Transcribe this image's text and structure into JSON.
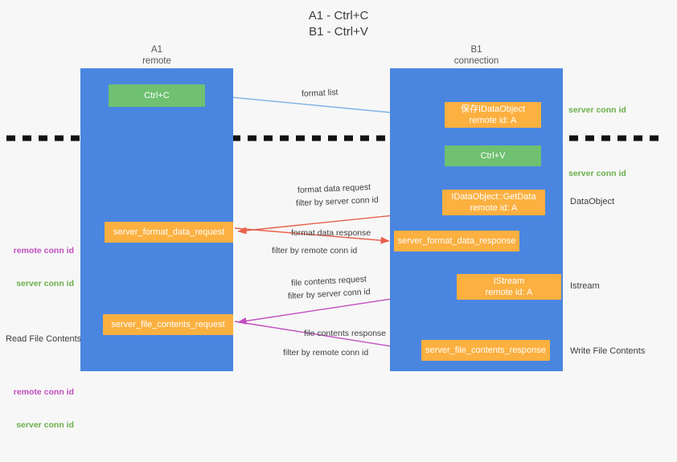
{
  "title": "A1 - Ctrl+C\nB1 - Ctrl+V",
  "colors": {
    "lane_blue": "#4a86e0",
    "box_green": "#6fc071",
    "box_orange": "#fbb040",
    "server_conn_green": "#6ab04c",
    "remote_conn_magenta": "#c14ec1",
    "arrow_light_blue": "#7fb3e8",
    "arrow_red": "#e8604c",
    "arrow_magenta": "#c14ec1",
    "arrow_black": "#000000",
    "background": "#f7f7f7"
  },
  "lanes": {
    "a": {
      "name": "A1",
      "sub": "remote",
      "header": "A1\nremote"
    },
    "b": {
      "name": "B1",
      "sub": "connection",
      "header": "B1\nconnection"
    }
  },
  "boxes": {
    "ctrl_c": "Ctrl+C",
    "save_idataobject": "保存IDataObject\nremote id: A",
    "ctrl_v": "Ctrl+V",
    "getdata": "IDataObject::GetData\nremote id: A",
    "format_data_request": "server_format_data_request",
    "format_data_response": "server_format_data_response",
    "istream": "IStream\nremote id: A",
    "file_contents_request": "server_file_contents_request",
    "file_contents_response": "server_file_contents_response"
  },
  "captions": {
    "format_list": "format list",
    "format_data_request": "format data request",
    "filter_by": "filter by ",
    "server_conn_id": "server conn id",
    "remote_conn_id": "remote conn id",
    "format_data_response": "format data response",
    "file_contents_request": "file contents request",
    "file_contents_response": "file contents response"
  },
  "side_labels": {
    "server_conn_id_top": "server conn id",
    "server_conn_id_mid": "server conn id",
    "dataobject": "DataObject",
    "istream": "Istream",
    "write_file_contents": "Write File Contents",
    "read_file_contents": "Read File Contents",
    "remote_conn_id": "remote conn id",
    "server_conn_id": "server conn id"
  }
}
